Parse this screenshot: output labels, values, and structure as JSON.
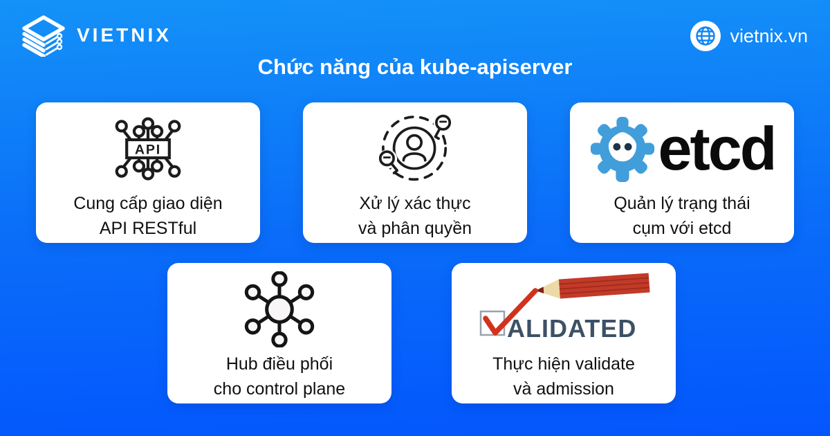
{
  "header": {
    "brand": "VIETNIX",
    "brand_icon": "vietnix-layers-logo",
    "website": "vietnix.vn",
    "website_icon": "globe-icon"
  },
  "title": "Chức năng của kube-apiserver",
  "cards": [
    {
      "id": "api",
      "icon": "api-chip-icon",
      "icon_text": "API",
      "line1": "Cung cấp giao diện",
      "line2": "API RESTful"
    },
    {
      "id": "auth",
      "icon": "user-keys-icon",
      "line1": "Xử lý xác thực",
      "line2": "và phân quyền"
    },
    {
      "id": "etcd",
      "icon": "etcd-gear-logo",
      "logo_text": "etcd",
      "line1": "Quản lý trạng thái",
      "line2": "cụm với etcd"
    },
    {
      "id": "hub",
      "icon": "hub-network-icon",
      "line1": "Hub điều phối",
      "line2": "cho control plane"
    },
    {
      "id": "validate",
      "icon": "validated-pencil-icon",
      "icon_text": "ALIDATED",
      "line1": "Thực hiện validate",
      "line2": "và admission"
    }
  ],
  "colors": {
    "background_top": "#1492f8",
    "background_bottom": "#0356fd",
    "card_background": "#ffffff",
    "card_text": "#101010",
    "title_text": "#ffffff",
    "icon_stroke": "#1c1c1c",
    "etcd_blue": "#419eda",
    "etcd_eyes": "#1e3348",
    "pencil_red": "#c23a28",
    "pencil_wood": "#ecd9a5",
    "check_red": "#d0321d",
    "checkbox_gray": "#9aa2ab",
    "validated_text": "#3d5166"
  }
}
